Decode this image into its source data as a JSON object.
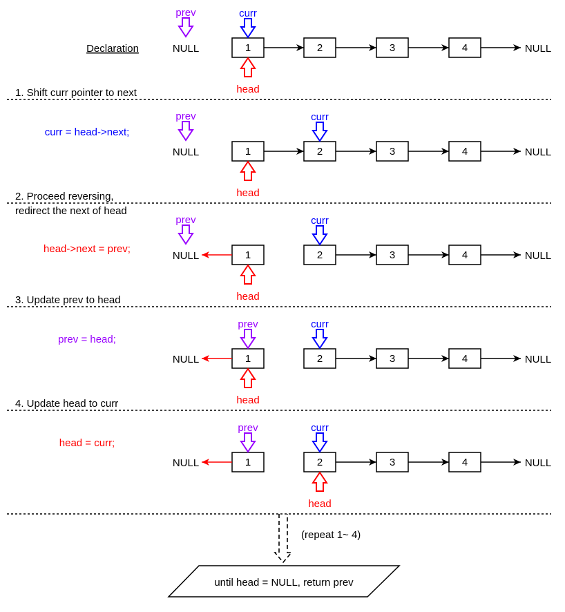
{
  "colors": {
    "prev": "#9900ff",
    "curr": "#0000ff",
    "head": "#ff0000",
    "ink": "#000000"
  },
  "labels": {
    "null": "NULL",
    "prev": "prev",
    "curr": "curr",
    "head": "head"
  },
  "nodes": [
    "1",
    "2",
    "3",
    "4"
  ],
  "rows": [
    {
      "title_lines": [
        "Declaration"
      ],
      "title_underlined": true,
      "code": "",
      "code_color": "",
      "prev_at": "null",
      "curr_at": 1,
      "head_at": 1,
      "reversed_1": false,
      "link_1_2": true
    },
    {
      "title_lines": [
        "1. Shift curr pointer to next"
      ],
      "title_underlined": false,
      "code": "curr = head->next;",
      "code_color": "#0000ff",
      "prev_at": "null",
      "curr_at": 2,
      "head_at": 1,
      "reversed_1": false,
      "link_1_2": true
    },
    {
      "title_lines": [
        "2. Proceed reversing,",
        "redirect the next of head"
      ],
      "title_underlined": false,
      "code": "head->next = prev;",
      "code_color": "#ff0000",
      "prev_at": "null",
      "curr_at": 2,
      "head_at": 1,
      "reversed_1": true,
      "link_1_2": false
    },
    {
      "title_lines": [
        "3. Update prev to head"
      ],
      "title_underlined": false,
      "code": "prev = head;",
      "code_color": "#9900ff",
      "prev_at": 1,
      "curr_at": 2,
      "head_at": 1,
      "reversed_1": true,
      "link_1_2": false
    },
    {
      "title_lines": [
        "4. Update head to curr"
      ],
      "title_underlined": false,
      "code": "head = curr;",
      "code_color": "#ff0000",
      "prev_at": 1,
      "curr_at": 2,
      "head_at": 2,
      "reversed_1": true,
      "link_1_2": false
    }
  ],
  "footer": {
    "repeat_label": "(repeat 1~ 4)",
    "final_label": "until head = NULL, return prev"
  }
}
